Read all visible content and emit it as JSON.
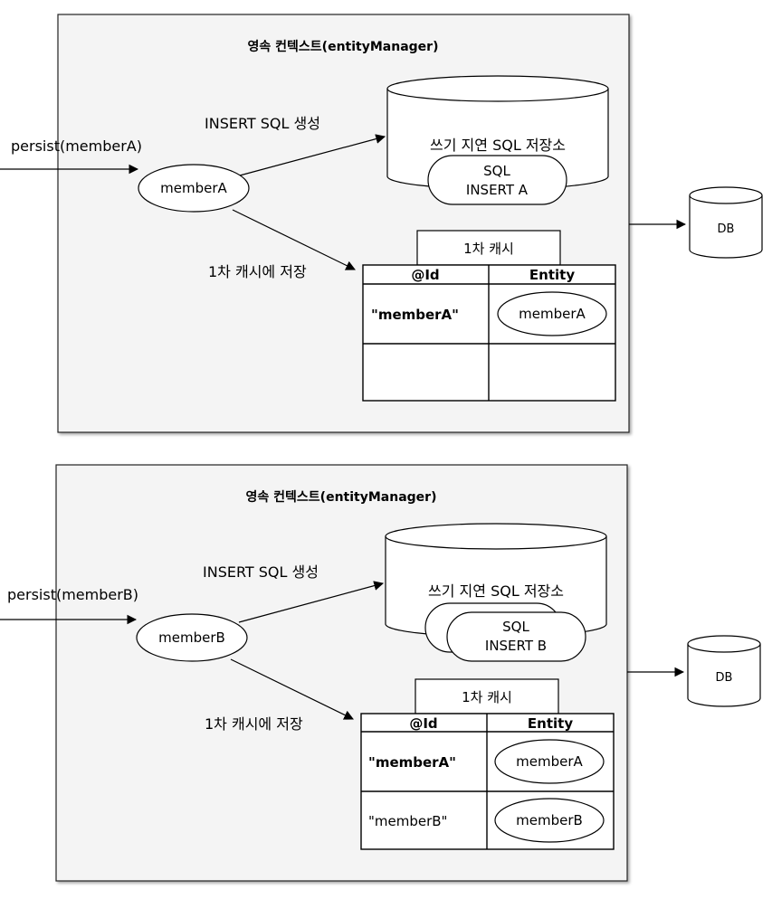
{
  "panels": [
    {
      "title": "영속 컨텍스트(entityManager)",
      "persist_call": "persist(memberA)",
      "entity_node": "memberA",
      "insert_label": "INSERT SQL 생성",
      "cache_label": "1차 캐시에 저장",
      "store_title": "쓰기 지연 SQL 저장소",
      "sql_lines": [
        "SQL",
        "INSERT A"
      ],
      "cache_tab": "1차 캐시",
      "col_id": "@Id",
      "col_entity": "Entity",
      "rows": [
        {
          "id": "\"memberA\"",
          "entity": "memberA"
        },
        {
          "id": "",
          "entity": ""
        }
      ],
      "db_label": "DB"
    },
    {
      "title": "영속 컨텍스트(entityManager)",
      "persist_call": "persist(memberB)",
      "entity_node": "memberB",
      "insert_label": "INSERT SQL 생성",
      "cache_label": "1차 캐시에 저장",
      "store_title": "쓰기 지연 SQL 저장소",
      "sql_lines": [
        "SQL",
        "INSERT B"
      ],
      "cache_tab": "1차 캐시",
      "col_id": "@Id",
      "col_entity": "Entity",
      "rows": [
        {
          "id": "\"memberA\"",
          "entity": "memberA"
        },
        {
          "id": "\"memberB\"",
          "entity": "memberB"
        }
      ],
      "db_label": "DB"
    }
  ]
}
